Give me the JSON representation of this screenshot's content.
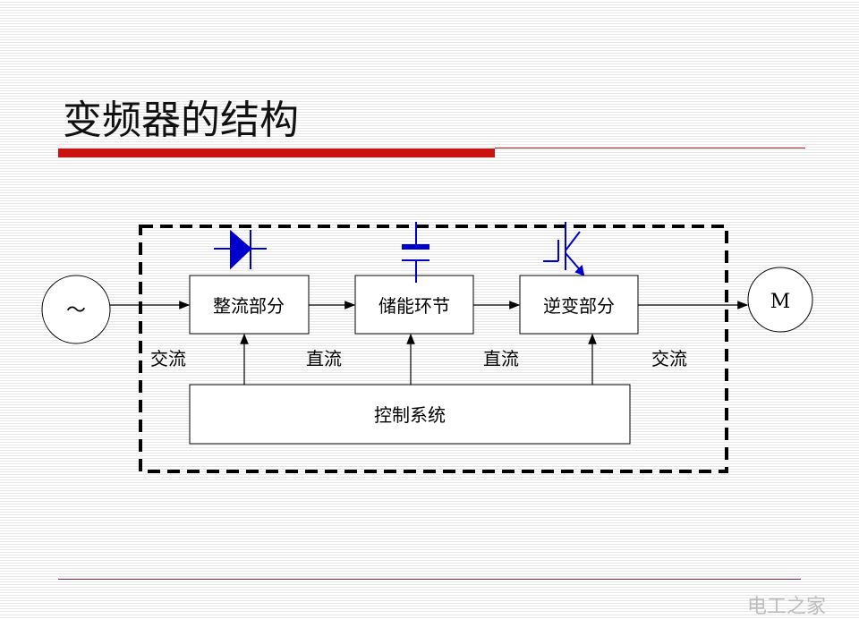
{
  "title": "变频器的结构",
  "diagram": {
    "source_symbol": "～",
    "motor_label": "M",
    "blocks": [
      "整流部分",
      "储能环节",
      "逆变部分"
    ],
    "control": "控制系统",
    "labels": [
      "交流",
      "直流",
      "直流",
      "交流"
    ]
  },
  "watermark": "电工之家",
  "colors": {
    "accent_red": "#cc1111",
    "symbol_blue": "#0000cc"
  }
}
